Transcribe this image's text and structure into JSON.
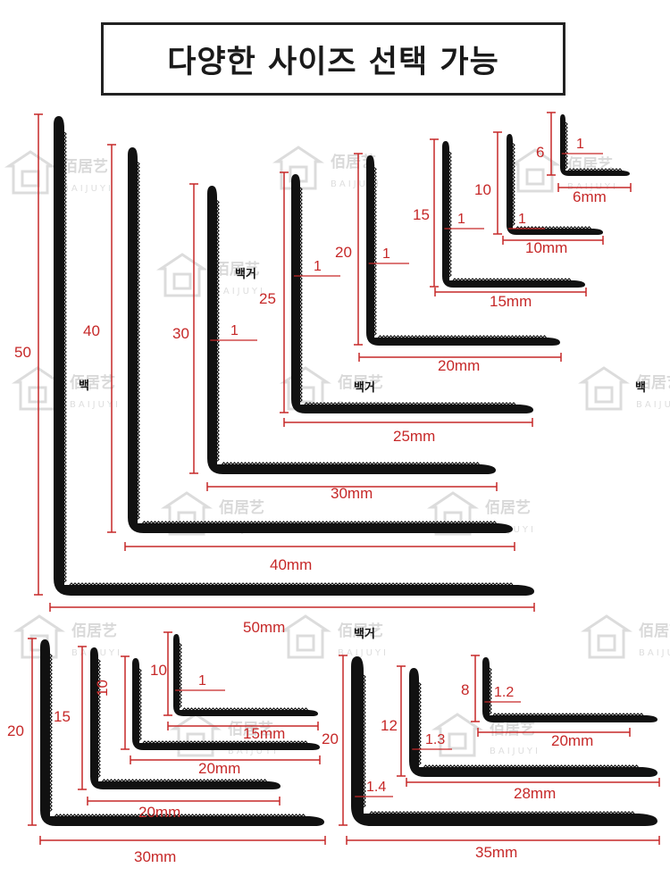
{
  "title": "다양한 사이즈 선택 가능",
  "watermark": {
    "brand_cn": "佰居艺",
    "brand_en": "BAIJUYI"
  },
  "stray_text": {
    "a": "백거",
    "b": "백",
    "c": "백거",
    "d": "백",
    "e": "백거"
  },
  "colors": {
    "dimension": "#c62828",
    "profile": "#111111",
    "watermark": "#d9d9d9"
  },
  "profiles": [
    {
      "id": "p50",
      "height": "50",
      "width": "50mm",
      "thickness": ""
    },
    {
      "id": "p40",
      "height": "40",
      "width": "40mm",
      "thickness": ""
    },
    {
      "id": "p30",
      "height": "30",
      "width": "30mm",
      "thickness": "1"
    },
    {
      "id": "p25",
      "height": "25",
      "width": "25mm",
      "thickness": "1"
    },
    {
      "id": "p20",
      "height": "20",
      "width": "20mm",
      "thickness": "1"
    },
    {
      "id": "p15",
      "height": "15",
      "width": "15mm",
      "thickness": "1"
    },
    {
      "id": "p10",
      "height": "10",
      "width": "10mm",
      "thickness": "1"
    },
    {
      "id": "p6",
      "height": "6",
      "width": "6mm",
      "thickness": "1"
    },
    {
      "id": "b20",
      "height": "20",
      "width": "30mm",
      "thickness": ""
    },
    {
      "id": "b15",
      "height": "15",
      "width": "20mm",
      "thickness": ""
    },
    {
      "id": "b10",
      "height": "10",
      "width": "20mm",
      "thickness": ""
    },
    {
      "id": "b10s",
      "height": "10",
      "width": "15mm",
      "thickness": "1"
    },
    {
      "id": "c20",
      "height": "20",
      "width": "35mm",
      "thickness": "1.4"
    },
    {
      "id": "c12",
      "height": "12",
      "width": "28mm",
      "thickness": "1.3"
    },
    {
      "id": "c8",
      "height": "8",
      "width": "20mm",
      "thickness": "1.2"
    }
  ]
}
